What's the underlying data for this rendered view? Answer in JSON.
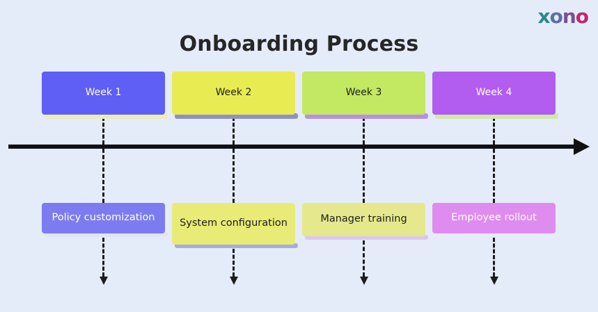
{
  "brand": {
    "name": "xono",
    "letters": [
      {
        "char": "x",
        "color": "#2a8a8a"
      },
      {
        "char": "o",
        "color": "#5b6fa8"
      },
      {
        "char": "n",
        "color": "#7b4f8e"
      },
      {
        "char": "o",
        "color": "#c2266e"
      }
    ]
  },
  "page": {
    "title": "Onboarding Process",
    "background_color": "#e4ecfa",
    "title_color": "#262626"
  },
  "timeline": {
    "axis_color": "#111111",
    "connector_color": "#1c1c1c",
    "direction": "left-to-right"
  },
  "milestones": [
    {
      "period_label": "Week 1",
      "period_color": "#5f5ef5",
      "period_text_color": "#ffffff",
      "period_shadow_color": "#eeedb8",
      "task_label": "Policy customization",
      "task_color": "#7c7cf0",
      "task_text_color": "#ffffff",
      "task_shadow_color": "#dfe7f7"
    },
    {
      "period_label": "Week 2",
      "period_color": "#e9eb52",
      "period_text_color": "#1d1d1d",
      "period_shadow_color": "#8f90c7",
      "task_label": "System configuration",
      "task_color": "#e9eb77",
      "task_text_color": "#1d1d1d",
      "task_shadow_color": "#a9acd8"
    },
    {
      "period_label": "Week 3",
      "period_color": "#c3e861",
      "period_text_color": "#1d1d1d",
      "period_shadow_color": "#b98ee6",
      "task_label": "Manager training",
      "task_color": "#e5e88c",
      "task_text_color": "#1d1d1d",
      "task_shadow_color": "#dcc6ef"
    },
    {
      "period_label": "Week 4",
      "period_color": "#b35cf0",
      "period_text_color": "#ffffff",
      "period_shadow_color": "#cdeaa8",
      "task_label": "Employee rollout",
      "task_color": "#df8cf0",
      "task_text_color": "#ffffff",
      "task_shadow_color": "#e4ecfa"
    }
  ]
}
